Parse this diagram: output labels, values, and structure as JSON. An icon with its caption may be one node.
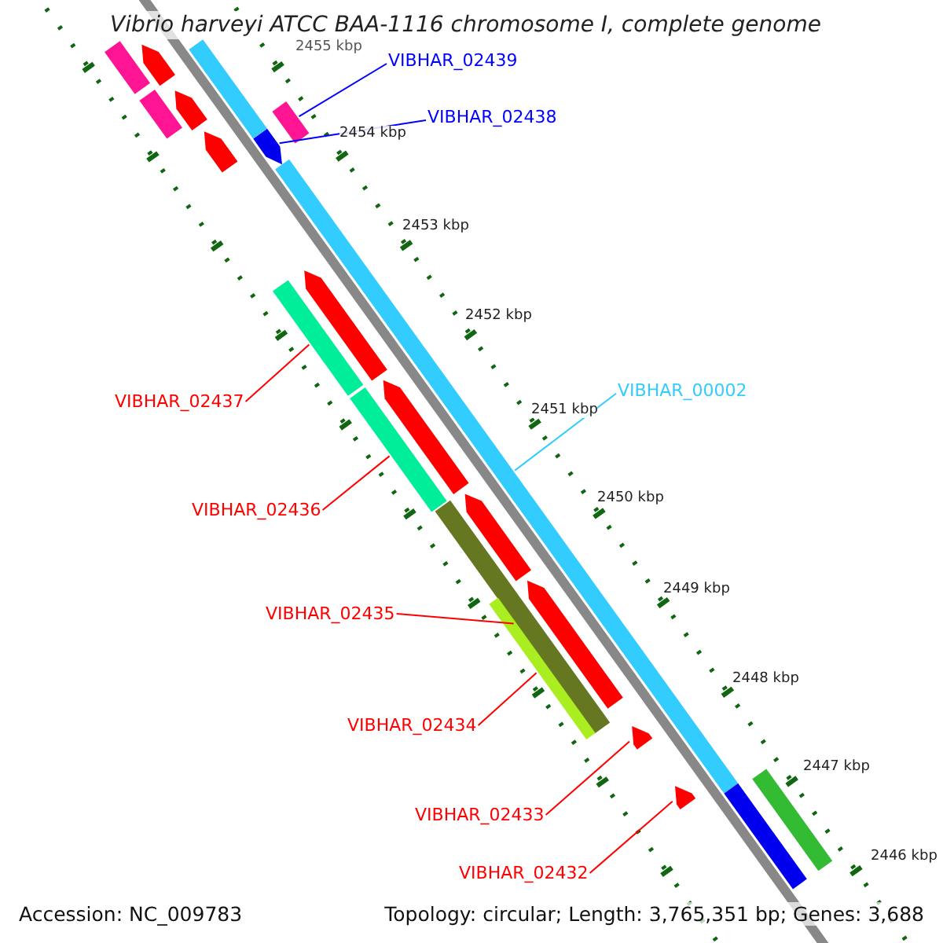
{
  "diagram": {
    "title": "Vibrio harveyi ATCC BAA-1116 chromosome I, complete genome",
    "nodes": [
      {
        "text": [
          "VIBHAR_02439"
        ]
      },
      {
        "text": [
          "VIBHAR_02438"
        ]
      },
      {
        "text": [
          "VIBHAR_00002"
        ]
      },
      {
        "text": [
          "VIBHAR_02437"
        ]
      },
      {
        "text": [
          "VIBHAR_02436"
        ]
      },
      {
        "text": [
          "VIBHAR_02435"
        ]
      },
      {
        "text": [
          "VIBHAR_02434"
        ]
      },
      {
        "text": [
          "VIBHAR_02433"
        ]
      },
      {
        "text": [
          "VIBHAR_02432"
        ]
      },
      {
        "text": [],
        "shape": "bar"
      },
      {
        "text": [],
        "shape": "bar"
      },
      {
        "text": [],
        "shape": "bar"
      },
      {
        "text": [],
        "shape": "bar"
      },
      {
        "text": [],
        "shape": "bar"
      },
      {
        "text": [],
        "shape": "bar"
      },
      {
        "text": [],
        "shape": "bar"
      },
      {
        "text": [],
        "shape": "bar"
      },
      {
        "text": [],
        "shape": "bar"
      },
      {
        "text": [],
        "shape": "bar"
      },
      {
        "text": [],
        "shape": "bar"
      },
      {
        "text": [],
        "shape": "bar"
      },
      {
        "text": [],
        "shape": "bar"
      },
      {
        "text": [],
        "shape": "bar"
      },
      {
        "text": [],
        "shape": "bar"
      },
      {
        "text": [],
        "shape": "bar"
      },
      {
        "text": [],
        "shape": "bar"
      },
      {
        "text": [],
        "shape": "bar"
      },
      {
        "text": [],
        "shape": "bar"
      },
      {
        "text": [],
        "shape": "bar"
      },
      {
        "text": [],
        "shape": "bar"
      }
    ],
    "edges": [
      {
        "from": 0,
        "to": 9,
        "arrow": "none",
        "color": "#0000ff"
      },
      {
        "from": 1,
        "to": 10,
        "arrow": "none",
        "color": "#0000ff"
      },
      {
        "from": 2,
        "to": 11,
        "arrow": "none",
        "color": "#33ccff"
      },
      {
        "from": 3,
        "to": 12,
        "arrow": "none"
      },
      {
        "from": 4,
        "to": 13,
        "arrow": "none"
      },
      {
        "from": 5,
        "to": 14,
        "arrow": "none"
      },
      {
        "from": 6,
        "to": 15,
        "arrow": "none"
      },
      {
        "from": 7,
        "to": 16,
        "arrow": "none"
      },
      {
        "from": 8,
        "to": 17,
        "arrow": "none"
      }
    ],
    "labels": [
      "2455 kbp",
      "2454 kbp",
      "2453 kbp",
      "2452 kbp",
      "2451 kbp",
      "2450 kbp",
      "2449 kbp",
      "2448 kbp",
      "2447 kbp",
      "2446 kbp",
      "Accession: NC_009783",
      "Topology: circular; Length: 3,765,351 bp; Genes: 3,688"
    ]
  }
}
